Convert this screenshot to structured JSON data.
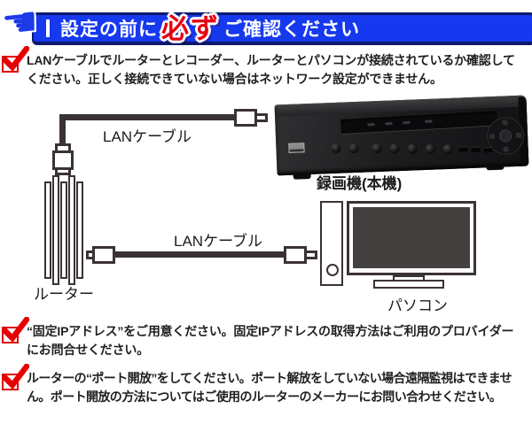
{
  "header": {
    "hand_icon": "pointing-hand-left",
    "title_prefix": "設定の前に",
    "title_emphasis": "必ず",
    "title_suffix": "ご確認ください",
    "bar_color": "#1639f0",
    "emphasis_color": "#e60012"
  },
  "checklist": [
    {
      "icon": "red-check",
      "text": "LANケーブルでルーターとレコーダー、ルーターとパソコンが接続されているか確認してください。正しく接続できていない場合はネットワーク設定ができません。"
    },
    {
      "icon": "red-check",
      "text": "“固定IPアドレス”をご用意ください。固定IPアドレスの取得方法はご利用のプロバイダーにお問合せください。"
    },
    {
      "icon": "red-check",
      "text": "ルーターの“ポート開放”をしてください。ポート解放をしていない場合遠隔監視はできません。ポート開放の方法についてはご使用のルーターのメーカーにお問い合わせください。"
    }
  ],
  "diagram": {
    "cable1_label": "LANケーブル",
    "cable2_label": "LANケーブル",
    "recorder_label": "録画機(本機)",
    "router_label": "ルーター",
    "pc_label": "パソコン",
    "line_color": "#3a3233",
    "check_color": "#dd0000"
  }
}
